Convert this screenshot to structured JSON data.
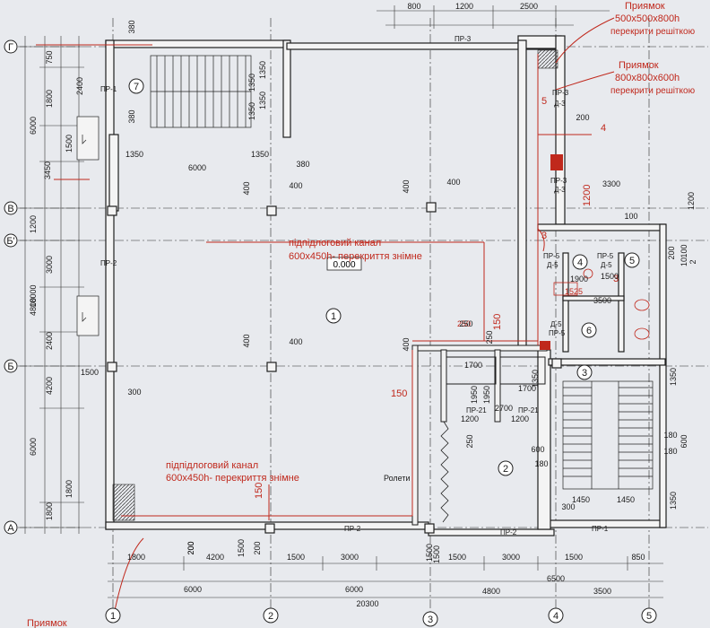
{
  "plan": {
    "floor_level": "0.000",
    "grid_axes": {
      "letters": [
        "Г",
        "В",
        "Б'",
        "Б",
        "А"
      ],
      "numbers": [
        "1",
        "2",
        "3",
        "4",
        "5"
      ]
    },
    "rooms": [
      "1",
      "2",
      "3",
      "4",
      "5",
      "6",
      "7"
    ],
    "annotations": {
      "pit1_title": "Приямок",
      "pit1_size": "500x500x800h",
      "pit1_cover": "перекрити решіткою",
      "pit2_title": "Приямок",
      "pit2_size": "800x800x600h",
      "pit2_cover": "перекрити решіткою",
      "channel1_line1": "підпідлоговий канал",
      "channel1_line2": "600x450h- перекриття знімне",
      "channel2_line1": "підпідлоговий канал",
      "channel2_line2": "600x450h- перекриття знімне",
      "bottom_pit": "Приямок",
      "red_4": "4",
      "red_5": "5",
      "red_3a": "3",
      "red_3b": "3",
      "red_1200": "1200",
      "red_150a": "150",
      "red_150b": "150",
      "red_150c": "150",
      "red_250": "250",
      "red_1525": "1525",
      "roleti": "Ролети"
    },
    "openings": {
      "pr1_top": "ПР-1",
      "pr2_left": "ПР-2",
      "pr3_top": "ПР-3",
      "pr3_right": "ПР-3",
      "d3": "Д-3",
      "pr3_mid": "ПР-3",
      "d3_mid": "Д-3",
      "pr5_a": "ПР-5",
      "d5_a": "Д-5",
      "pr5_b": "ПР-5",
      "d5_b": "Д-5",
      "d5_c": "Д-5",
      "pr5_c": "ПР-5",
      "pr21_a": "ПР-21",
      "pr21_b": "ПР-21",
      "pr2_bottom_a": "ПР-2",
      "pr2_bottom_b": "ПР-2",
      "pr1_bottom": "ПР-1"
    },
    "dims_top": [
      "800",
      "1200",
      "2500"
    ],
    "dims_left_outer": [
      "6000",
      "18000",
      "6000"
    ],
    "dims_left_mid": [
      "3450",
      "1200",
      "4800"
    ],
    "dims_left_inner": [
      "750",
      "1800",
      "1500",
      "3000",
      "2400",
      "1800",
      "4200",
      "1800"
    ],
    "dims_left_col": [
      "2400",
      "1500",
      "1500",
      "2400"
    ],
    "dims_stair7": [
      "380",
      "1350",
      "1350",
      "380",
      "2400",
      "1350",
      "1350"
    ],
    "dims_interior": [
      "1350",
      "6000",
      "1350",
      "380",
      "400",
      "400",
      "400",
      "400",
      "400",
      "400",
      "200",
      "200",
      "300",
      "300",
      "1500"
    ],
    "dims_right": [
      "200",
      "3300",
      "100",
      "1200",
      "1900",
      "1500",
      "3500",
      "200",
      "100",
      "10",
      "2",
      "1350",
      "180",
      "180",
      "600",
      "1350",
      "1350"
    ],
    "dims_mid": [
      "1700",
      "1700",
      "1950",
      "1950",
      "250",
      "250",
      "1200",
      "1200",
      "600",
      "180",
      "1450",
      "1450",
      "400",
      "250",
      "2700"
    ],
    "dims_bottom_row1": [
      "1800",
      "4200",
      "1500",
      "1500",
      "3000",
      "1500",
      "3000",
      "1500",
      "850",
      "200",
      "1500",
      "1500"
    ],
    "dims_bottom_row2": [
      "6000",
      "6000",
      "4800",
      "3500",
      "6500"
    ],
    "dims_bottom_total": "20300"
  }
}
